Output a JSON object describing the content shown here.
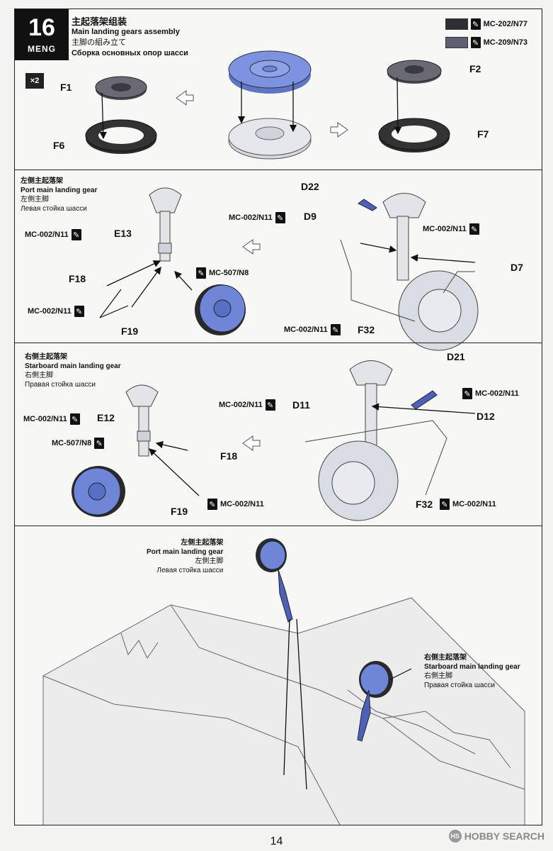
{
  "step": {
    "number": "16",
    "brand": "MENG"
  },
  "title": {
    "zh": "主起落架组装",
    "en": "Main landing gears assembly",
    "ja": "主脚の組み立て",
    "ru": "Сборка основных опор шасси"
  },
  "quantity": "×2",
  "paints": [
    {
      "code": "MC-202/N77",
      "color": "#2e2e34"
    },
    {
      "code": "MC-209/N73",
      "color": "#5f5f72"
    }
  ],
  "section1": {
    "parts": [
      "F1",
      "F6",
      "F2",
      "F7"
    ]
  },
  "section2": {
    "title_zh": "左侧主起落架",
    "title_en": "Port main landing gear",
    "title_ja": "左側主脚",
    "title_ru": "Левая стойка шасси",
    "parts": [
      "E13",
      "F18",
      "F19",
      "D22",
      "D9",
      "D7",
      "F32"
    ],
    "paints": [
      "MC-002/N11",
      "MC-507/N8",
      "MC-002/N11",
      "MC-002/N11",
      "MC-002/N11",
      "MC-002/N11"
    ]
  },
  "section3": {
    "title_zh": "右侧主起落架",
    "title_en": "Starboard main landing gear",
    "title_ja": "右側主脚",
    "title_ru": "Правая стойка шасси",
    "parts": [
      "E12",
      "F18",
      "F19",
      "D21",
      "D11",
      "D12",
      "F32"
    ],
    "paints": [
      "MC-002/N11",
      "MC-507/N8",
      "MC-002/N11",
      "MC-002/N11",
      "MC-002/N11",
      "MC-002/N11"
    ]
  },
  "section4": {
    "port_zh": "左侧主起落架",
    "port_en": "Port main landing gear",
    "port_ja": "左側主脚",
    "port_ru": "Левая стойка шасси",
    "stbd_zh": "右侧主起落架",
    "stbd_en": "Starboard main landing gear",
    "stbd_ja": "右側主脚",
    "stbd_ru": "Правая стойка шасси"
  },
  "page_number": "14",
  "watermark": {
    "circle": "HS",
    "text": "HOBBY SEARCH"
  },
  "colors": {
    "tire_dark": "#2a2a2a",
    "blue_part": "#6f86d6",
    "gray_part": "#cfd4dc"
  }
}
